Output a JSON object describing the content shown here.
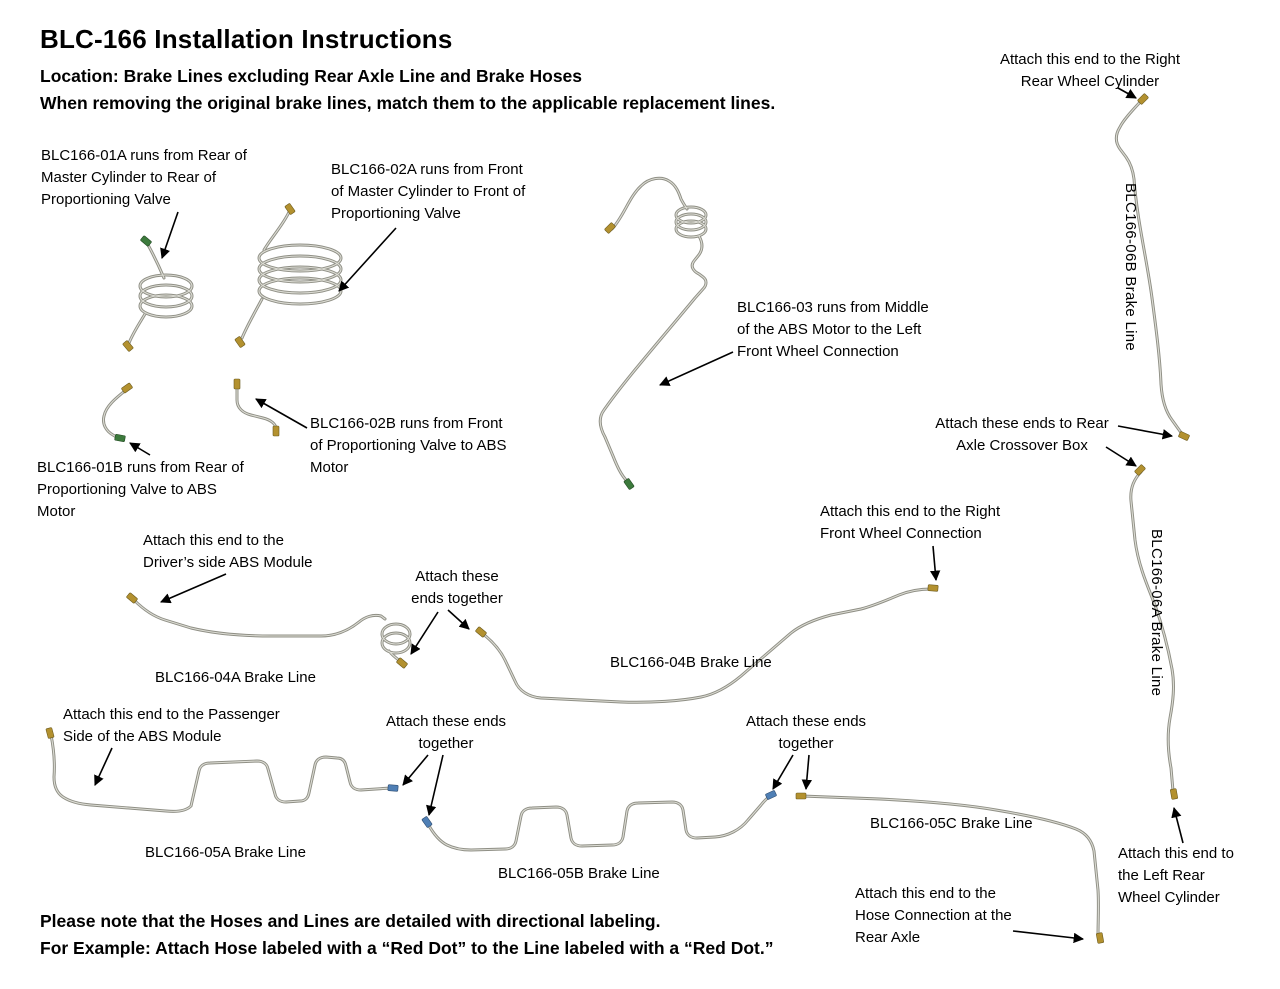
{
  "header": {
    "title": "BLC-166 Installation Instructions",
    "location_line": "Location: Brake Lines excluding Rear Axle Line and Brake Hoses",
    "instruction_line": "When removing the original brake lines, match them to the applicable replacement lines."
  },
  "callouts": {
    "blc01a": "BLC166-01A runs from Rear of\nMaster Cylinder to Rear of\nProportioning Valve",
    "blc02a": "BLC166-02A runs from Front\nof Master Cylinder to Front of\nProportioning Valve",
    "blc03": "BLC166-03 runs from Middle\nof the ABS Motor to the Left\nFront Wheel Connection",
    "blc02b": "BLC166-02B runs from Front\nof Proportioning Valve to ABS\nMotor",
    "blc01b": "BLC166-01B runs from Rear of\nProportioning Valve to ABS\nMotor",
    "right_rear_wheel": "Attach this end to the Right\nRear Wheel Cylinder",
    "rear_axle_crossover": "Attach these ends to Rear\nAxle Crossover Box",
    "right_front_wheel": "Attach this end to the Right\nFront Wheel Connection",
    "driver_abs": "Attach this end to the\nDriver’s side ABS Module",
    "ends_together_1": "Attach these\nends together",
    "passenger_abs": "Attach this end to the Passenger\nSide of the ABS Module",
    "ends_together_2": "Attach these ends\ntogether",
    "ends_together_3": "Attach these ends\ntogether",
    "rear_axle_hose": "Attach this end to the\nHose Connection at the\nRear Axle",
    "left_rear_wheel": "Attach this end to\nthe Left Rear\nWheel Cylinder"
  },
  "line_labels": {
    "blc04a": "BLC166-04A Brake Line",
    "blc04b": "BLC166-04B Brake Line",
    "blc05a": "BLC166-05A Brake Line",
    "blc05b": "BLC166-05B Brake Line",
    "blc05c": "BLC166-05C Brake Line",
    "blc06a": "BLC166-06A Brake Line",
    "blc06b": "BLC166-06B Brake Line"
  },
  "footer": {
    "note_line1": "Please note that the Hoses and Lines are detailed with directional labeling.",
    "note_line2": "For Example: Attach Hose labeled with a “Red Dot” to the Line labeled with a “Red Dot.”"
  },
  "colors": {
    "line_stroke": "#8f8f85",
    "line_highlight": "#dcdcd4",
    "fitting_brass": "#b3912f",
    "fitting_green": "#3c7a3c",
    "fitting_blue": "#4f7fb5",
    "arrow": "#000000"
  }
}
